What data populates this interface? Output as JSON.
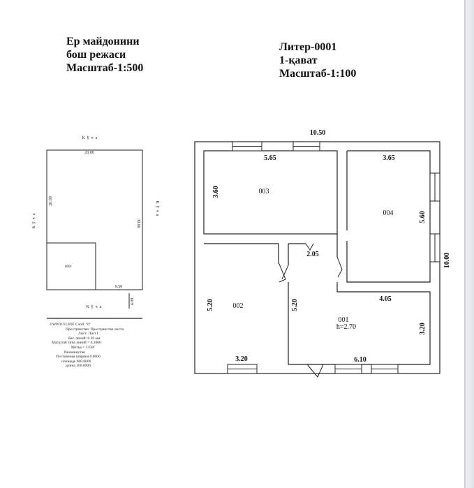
{
  "site_plan": {
    "title_lines": [
      "Ер майдонини",
      "бош режаси",
      "Масштаб-1:500"
    ],
    "top_width": "20.00",
    "left_depth": "20.00",
    "right_depth": "30.00",
    "bottom_width": "9.50",
    "offset": "4.00",
    "building_label": "0001",
    "street_top": "Кўча",
    "street_left": "Кўча",
    "street_right": "Кўча",
    "street_bottom": "Кўча"
  },
  "info_block": [
    "LWPOLYLINE  Слой: \"0\"",
    "Пространство: Пространство листа",
    "Лист: Лист1",
    "Вес линий: 0.20 мм",
    "Масштаб типа линий  =  0.2000",
    "Метка = 1350f",
    "Разомкнутая",
    "Постоянная ширина  0.0000",
    "площадь  600.0000",
    "длина  100.0000"
  ],
  "floor_plan": {
    "title_lines": [
      "Литер-0001",
      "1-қават",
      "Масштаб-1:100"
    ],
    "overall_width": "10.50",
    "overall_depth": "10.00",
    "rooms": [
      {
        "id": "003",
        "width": "5.65",
        "depth": "3.60"
      },
      {
        "id": "004",
        "width": "3.65",
        "depth": "5.60"
      },
      {
        "id": "002",
        "width": "3.20",
        "depth": "5.20"
      },
      {
        "id": "001",
        "width": "6.10",
        "depth": "3.20",
        "height": "h=2.70",
        "inner_depth": "5.20",
        "inner_width": "4.05"
      }
    ],
    "corridor_width": "2.05"
  }
}
